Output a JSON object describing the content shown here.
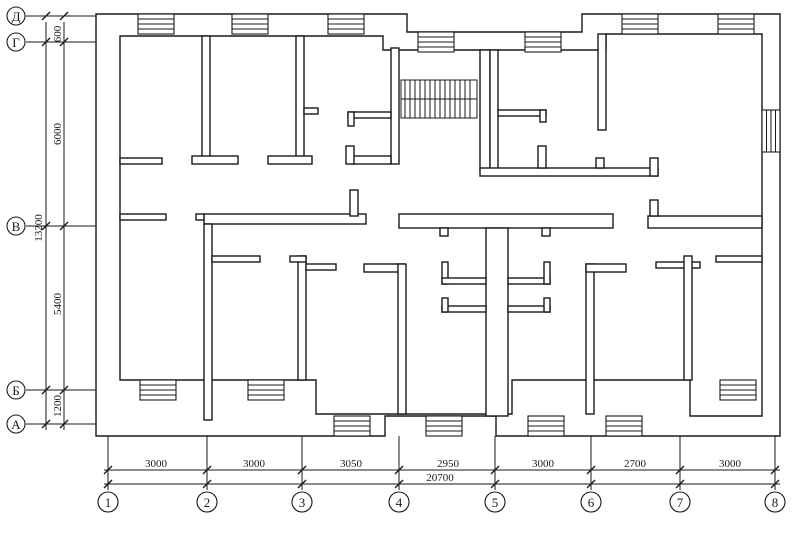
{
  "axes_horizontal": [
    "1",
    "2",
    "3",
    "4",
    "5",
    "6",
    "7",
    "8"
  ],
  "axes_vertical": [
    "Д",
    "Г",
    "В",
    "Б",
    "А"
  ],
  "dims_horizontal": [
    "3000",
    "3000",
    "3050",
    "2950",
    "3000",
    "2700",
    "3000"
  ],
  "dim_total_horizontal": "20700",
  "dims_vertical": [
    "600",
    "6000",
    "5400",
    "1200"
  ],
  "dim_total_vertical": "13200"
}
